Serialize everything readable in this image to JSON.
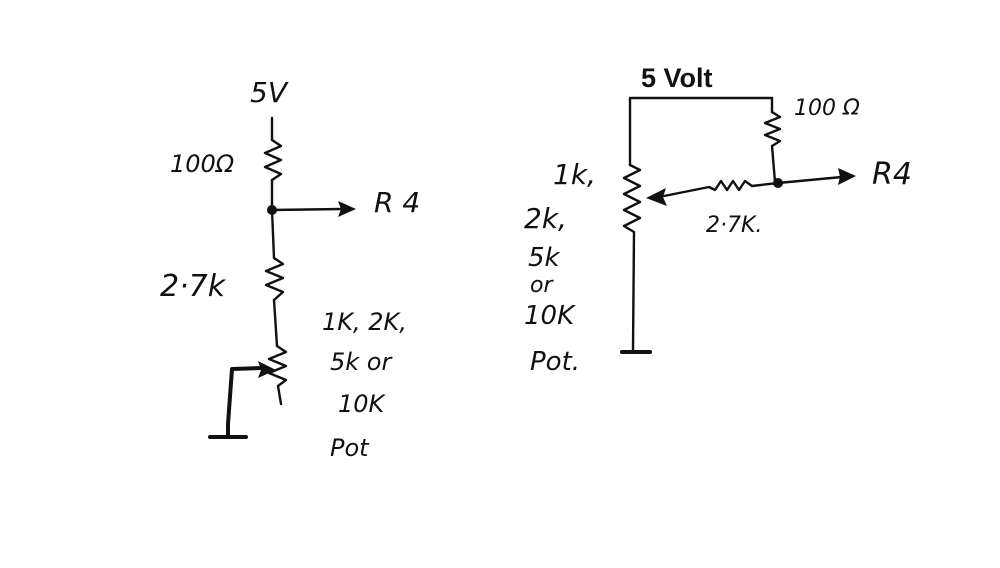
{
  "left_circuit": {
    "supply_label": "5V",
    "top_resistor_label": "100Ω",
    "output_label": "R 4",
    "mid_resistor_label": "2·7k",
    "pot_label_lines": [
      "1K, 2K,",
      "5k or",
      "10K",
      "Pot"
    ]
  },
  "right_circuit": {
    "supply_label": "5 Volt",
    "top_resistor_label": "100 Ω",
    "output_label": "R4",
    "series_resistor_label": "2·7K.",
    "pot_label_lines": [
      "1k,",
      "2k,",
      "5k",
      "or",
      "10K",
      "Pot."
    ]
  }
}
